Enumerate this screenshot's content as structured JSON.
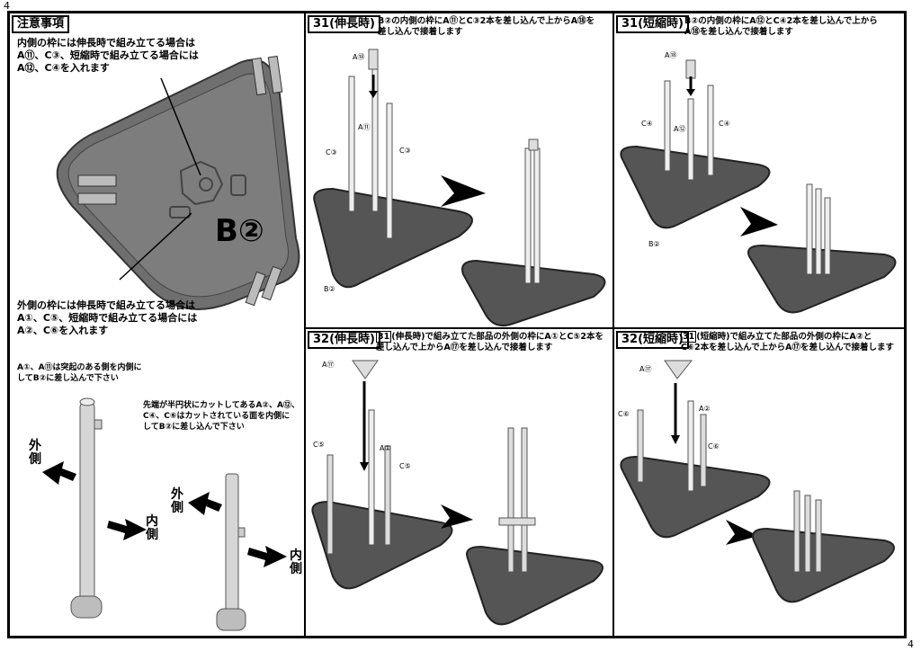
{
  "page_number_top": "4",
  "page_number_bottom": "4",
  "notes": {
    "title": "注意事項",
    "inner_note": [
      "内側の枠には伸長時で組み立てる場合は",
      "A⑪、C③、短縮時で組み立てる場合には",
      "A⑫、C④を入れます"
    ],
    "outer_note": [
      "外側の枠には伸長時で組み立てる場合は",
      "A①、C⑤、短縮時で組み立てる場合には",
      "A②、C⑥を入れます"
    ],
    "base_label": "B②",
    "tip1": [
      "A①、A⑪は突起のある側を内側に",
      "してB②に差し込んで下さい"
    ],
    "tip2": [
      "先端が半円状にカットしてあるA②、A⑫、",
      "C④、C⑥はカットされている面を内側に",
      "してB②に差し込んで下さい"
    ],
    "outer_side": "外側",
    "inner_side": "内側"
  },
  "steps": [
    {
      "header": "31(伸長時)",
      "desc": [
        "B②の内側の枠にA⑪とC③2本を差し込んで上からA⑱を",
        "差し込んで接着します"
      ],
      "labels": {
        "top": "A⑱",
        "center": "A⑪",
        "left": "C③",
        "right": "C③",
        "base": "B②"
      }
    },
    {
      "header": "31(短縮時)",
      "desc": [
        "B②の内側の枠にA⑫とC④2本を差し込んで上から",
        "A⑱を差し込んで接着します"
      ],
      "labels": {
        "top": "A⑱",
        "center": "A⑫",
        "left": "C④",
        "right": "C④",
        "base": "B②"
      }
    },
    {
      "header": "32(伸長時)",
      "step_ref": "31",
      "desc": [
        "(伸長時)で組み立てた部品の外側の枠にA①とC⑤2本を",
        "差し込んで上からA⑰を差し込んで接着します"
      ],
      "labels": {
        "top": "A⑰",
        "center": "A①",
        "left": "C⑤",
        "right": "C⑤"
      }
    },
    {
      "header": "32(短縮時)",
      "step_ref": "31",
      "desc": [
        "(短縮時)で組み立てた部品の外側の枠にA②と",
        "C⑥2本を差し込んで上からA⑰を差し込んで接着します"
      ],
      "labels": {
        "top": "A⑰",
        "center": "A②",
        "left": "C⑥",
        "right": "C⑥"
      }
    }
  ]
}
